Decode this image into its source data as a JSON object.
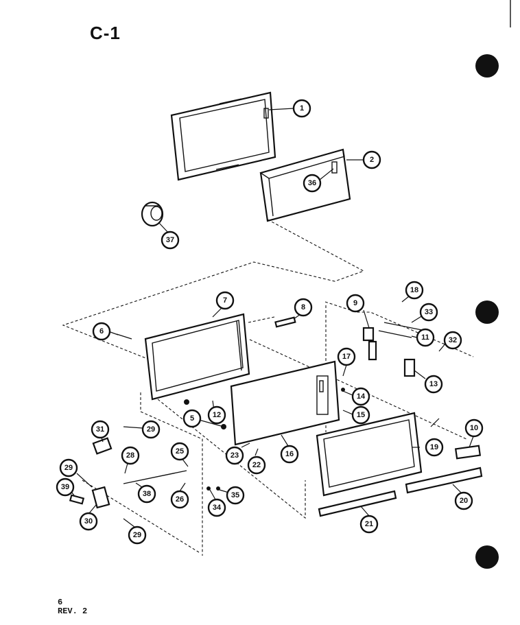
{
  "title": "C-1",
  "footer": {
    "page_number": "6",
    "revision": "REV. 2"
  },
  "callouts": [
    "1",
    "2",
    "36",
    "37",
    "7",
    "8",
    "6",
    "9",
    "18",
    "33",
    "11",
    "32",
    "13",
    "17",
    "14",
    "15",
    "5",
    "12",
    "16",
    "23",
    "22",
    "19",
    "10",
    "20",
    "21",
    "31",
    "29",
    "28",
    "25",
    "39",
    "30",
    "38",
    "26",
    "34",
    "35"
  ]
}
